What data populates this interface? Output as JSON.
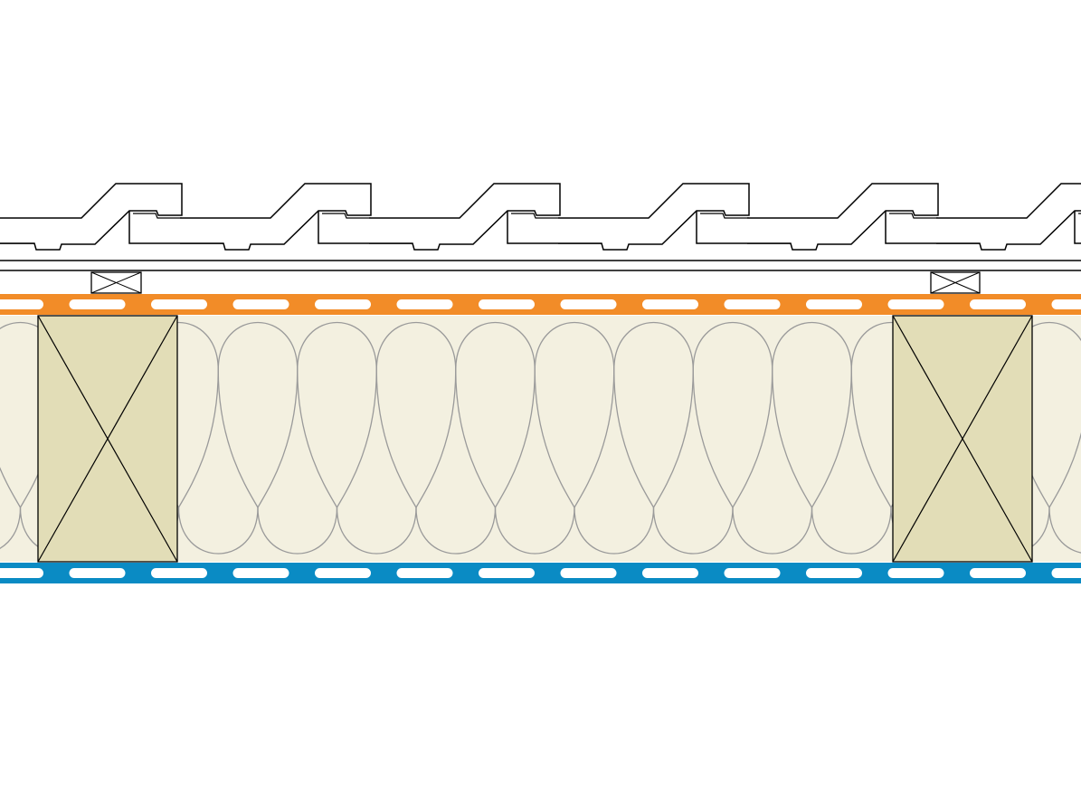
{
  "diagram": {
    "type": "roof-build-up-section",
    "colors": {
      "background": "#ffffff",
      "line": "#000000",
      "tile_fill": "#ffffff",
      "upper_membrane": "#f28c28",
      "lower_membrane": "#0a8bc4",
      "membrane_dash": "#ffffff",
      "insulation_fill": "#f3f0e0",
      "insulation_line": "#9a9a9a",
      "rafter_fill": "#e2ddb7"
    },
    "layers": [
      {
        "name": "roof-tiles",
        "icon": "roof-tile-shape"
      },
      {
        "name": "tile-battens",
        "icon": "cross-box-icon"
      },
      {
        "name": "counter-battens",
        "icon": "double-line"
      },
      {
        "name": "upper-membrane",
        "icon": "dashed-band"
      },
      {
        "name": "rafters-with-insulation",
        "icon": "cross-box-icon"
      },
      {
        "name": "lower-membrane",
        "icon": "dashed-band"
      }
    ],
    "counts": {
      "tiles": 7,
      "battens": 2,
      "rafters": 2
    }
  }
}
